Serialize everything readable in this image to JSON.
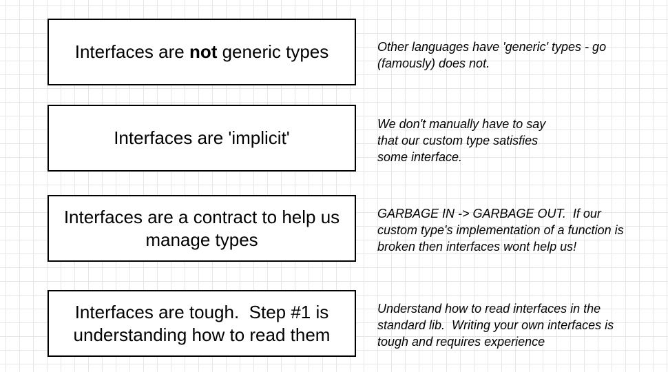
{
  "boxes": [
    {
      "pre": "Interfaces are ",
      "bold": "not",
      "post": " generic types"
    },
    {
      "text": "Interfaces are 'implicit'"
    },
    {
      "lines": [
        "Interfaces are a contract to help us",
        "manage types"
      ]
    },
    {
      "lines": [
        "Interfaces are tough.  Step #1 is",
        "understanding how to read them"
      ]
    }
  ],
  "notes": [
    {
      "lines": [
        "Other languages have 'generic' types - go",
        "(famously) does not."
      ]
    },
    {
      "lines": [
        "We don't manually have to say",
        "that our custom type satisfies",
        "some interface."
      ]
    },
    {
      "lines": [
        "GARBAGE IN -> GARBAGE OUT.  If our",
        "custom type's implementation of a function is",
        "broken then interfaces wont help us!"
      ]
    },
    {
      "lines": [
        "Understand how to read interfaces in the",
        "standard lib.  Writing your own interfaces is",
        "tough and requires experience"
      ]
    }
  ]
}
